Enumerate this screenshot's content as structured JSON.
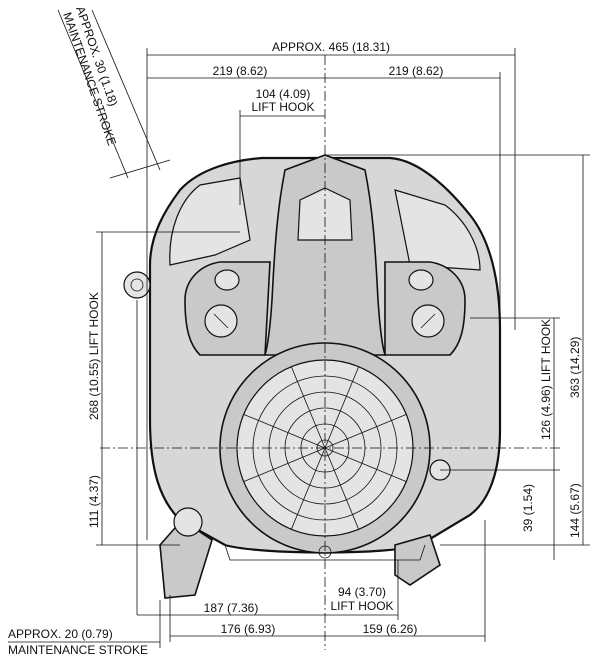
{
  "dimensions": {
    "approx_total_width": "APPROX. 465 (18.31)",
    "left_half_width": "219 (8.62)",
    "right_half_width": "219 (8.62)",
    "top_lift_hook_value": "104 (4.09)",
    "top_lift_hook_label": "LIFT HOOK",
    "top_maintenance_value": "APPROX. 30 (1.18)",
    "top_maintenance_label": "MAINTENANCE STROKE",
    "left_lift_hook_height": "268 (10.55)  LIFT  HOOK",
    "left_111": "111 (4.37)",
    "right_363": "363 (14.29)",
    "right_126_lift_hook": "126 (4.96) LIFT HOOK",
    "right_144": "144 (5.67)",
    "right_39": "39 (1.54)",
    "bottom_187": "187 (7.36)",
    "bottom_lift_hook_value": "94 (3.70)",
    "bottom_lift_hook_label": "LIFT HOOK",
    "bottom_176": "176 (6.93)",
    "bottom_159": "159 (6.26)",
    "bottom_maintenance_value": "APPROX.  20 (0.79)",
    "bottom_maintenance_label": "MAINTENANCE STROKE"
  },
  "colors": {
    "line": "#111111",
    "engine_fill": "#d7d7d7",
    "background": "#ffffff"
  }
}
